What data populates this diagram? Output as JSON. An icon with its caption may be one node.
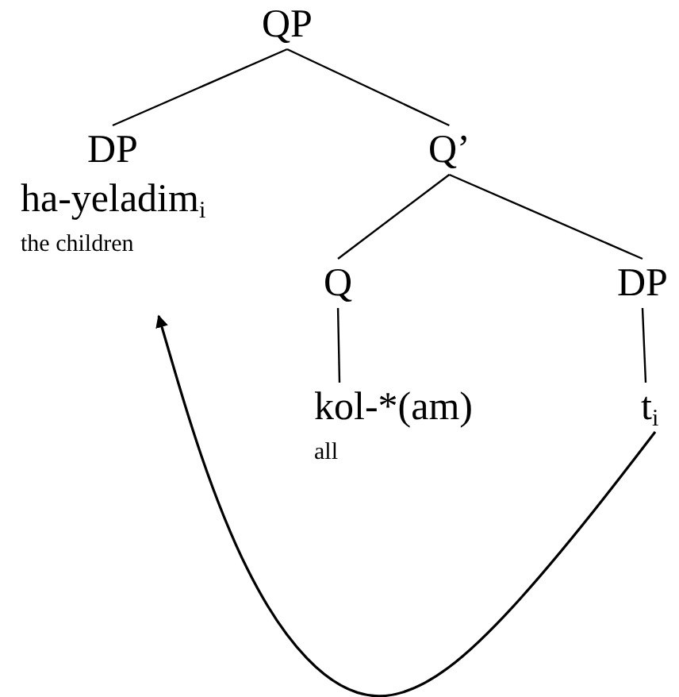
{
  "diagram": {
    "nodes": [
      {
        "text": [
          "QP"
        ]
      },
      {
        "text": [
          "DP"
        ]
      },
      {
        "text": [
          "Q’"
        ]
      },
      {
        "text": [
          "ha-yeladim$_{i}$",
          "the children"
        ]
      },
      {
        "text": [
          "Q"
        ]
      },
      {
        "text": [
          "DP"
        ]
      },
      {
        "text": [
          "kol-*(am)",
          "all"
        ]
      },
      {
        "text": [
          "t$_{i}$"
        ]
      }
    ],
    "edges": [
      {
        "from": 0,
        "to": 1,
        "arrow": "none"
      },
      {
        "from": 0,
        "to": 2,
        "arrow": "none"
      },
      {
        "from": 2,
        "to": 4,
        "arrow": "none"
      },
      {
        "from": 2,
        "to": 5,
        "arrow": "none"
      },
      {
        "from": 4,
        "to": 6,
        "arrow": "none"
      },
      {
        "from": 5,
        "to": 7,
        "arrow": "none"
      },
      {
        "from": 7,
        "to": 3,
        "arrow": "to"
      }
    ]
  }
}
